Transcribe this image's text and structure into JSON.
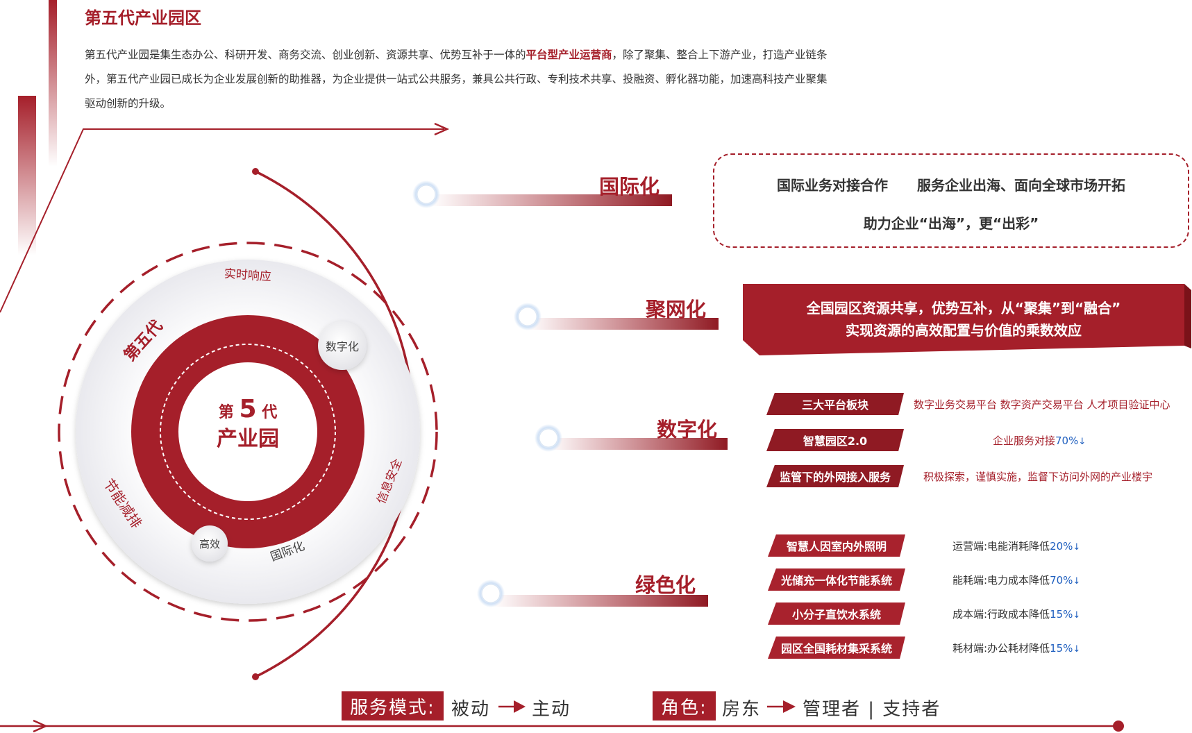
{
  "title": "第五代产业园区",
  "intro": {
    "part1": "第五代产业园是集生态办公、科研开发、商务交流、创业创新、资源共享、优势互补于一体的",
    "highlight": "平台型产业运营商",
    "part2": "，除了聚集、整合上下游产业，打造产业链条外，第五代产业园已成长为企业发展创新的助推器，为企业提供一站式公共服务，兼具公共行政、专利技术共享、投融资、孵化器功能，加速高科技产业聚集驱动创新的升级。"
  },
  "core": {
    "line1_a": "第",
    "line1_num": "5",
    "line1_b": "代",
    "line2": "产业园"
  },
  "ring_labels": {
    "top": "实时响应",
    "left": "第五代",
    "lower_left": "节能减排",
    "lower_right": "信息安全",
    "bottom": "国际化"
  },
  "bubbles": {
    "digital": "数字化",
    "efficient": "高效"
  },
  "categories": {
    "international": "国际化",
    "network": "聚网化",
    "digital": "数字化",
    "green": "绿色化"
  },
  "international_box": {
    "line1_a": "国际业务对接合作",
    "line1_b": "服务企业出海、面向全球市场开拓",
    "line2": "助力企业“出海”，更“出彩”"
  },
  "network_banner": {
    "line1": "全国园区资源共享，优势互补，从“聚集”到“融合”",
    "line2": "实现资源的高效配置与价值的乘数效应"
  },
  "digital_items": [
    {
      "tag": "三大平台板块",
      "desc": "数字业务交易平台 数字资产交易平台 人才项目验证中心"
    },
    {
      "tag": "智慧园区2.0",
      "desc": "企业服务对接",
      "pct": "70%",
      "arrow": "↓"
    },
    {
      "tag": "监管下的外网接入服务",
      "desc": "积极探索，谨慎实施，监督下访问外网的产业楼宇"
    }
  ],
  "green_items": [
    {
      "tag": "智慧人因室内外照明",
      "desc": "运营端:电能消耗降低",
      "pct": "20%",
      "arrow": "↓"
    },
    {
      "tag": "光储充一体化节能系统",
      "desc": "能耗端:电力成本降低",
      "pct": "70%",
      "arrow": "↓"
    },
    {
      "tag": "小分子直饮水系统",
      "desc": "成本端:行政成本降低",
      "pct": "15%",
      "arrow": "↓"
    },
    {
      "tag": "园区全国耗材集采系统",
      "desc": "耗材端:办公耗材降低",
      "pct": "15%",
      "arrow": "↓"
    }
  ],
  "bottom": {
    "service_label": "服务模式:",
    "service_from": "被动",
    "service_to": "主动",
    "role_label": "角色:",
    "role_from": "房东",
    "role_to": "管理者 | 支持者"
  },
  "colors": {
    "accent": "#a51f2a",
    "dark_red": "#8f1a23",
    "blue": "#1f5fbf"
  }
}
